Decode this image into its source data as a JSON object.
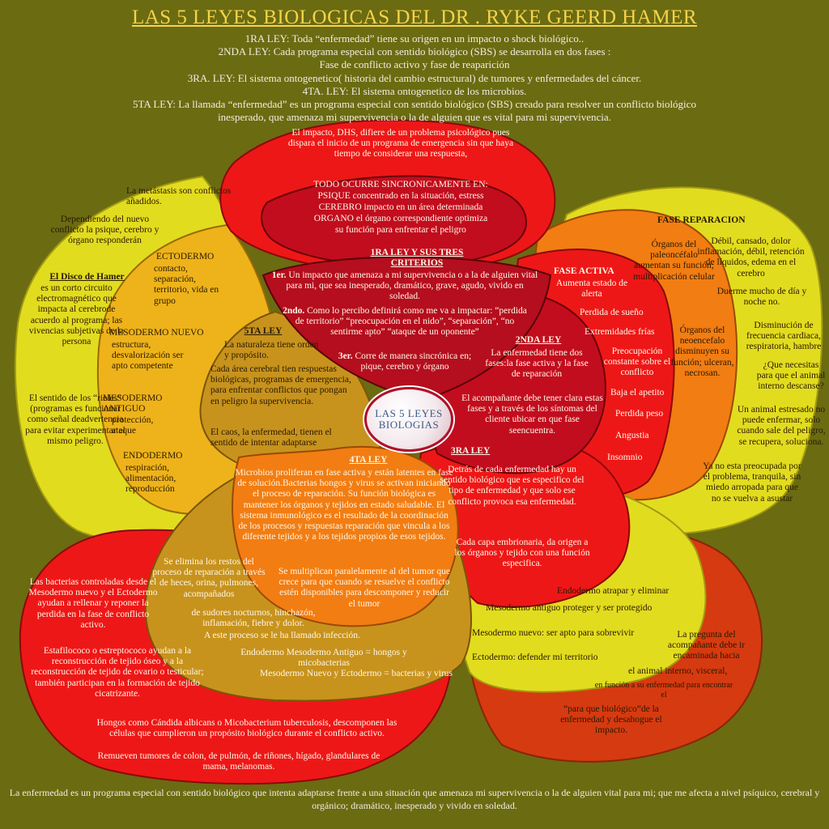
{
  "title": "LAS 5 LEYES BIOLOGICAS DEL DR .  RYKE GEERD HAMER",
  "laws": [
    "1RA LEY:  Toda “enfermedad” tiene su origen en un impacto o shock biológico..",
    "2NDA LEY: Cada programa especial con sentido biológico (SBS) se desarrolla en dos fases :",
    "Fase de conflicto activo y  fase de reaparición",
    "3RA. LEY: El sistema ontogenetico( historia del cambio estructural) de tumores y enfermedades del cáncer.",
    "4TA. LEY: El sistema ontogenetico de los microbios.",
    "5TA LEY:  La llamada “enfermedad” es un programa especial con sentido biológico (SBS) creado para resolver un conflicto biológico",
    "inesperado,  que amenaza mi supervivencia o la de alguien que es vital para mi supervivencia."
  ],
  "top_petal": {
    "impacto": "El impacto, DHS, difiere de un problema psicológico pues dispara el inicio de un programa de emergencia sin que haya tiempo de considerar una respuesta,",
    "todo_title": "TODO OCURRE SINCRONICAMENTE EN:",
    "psique_k": "PSIQUE",
    "psique_v": " concentrado en la situación, estress",
    "cerebro_k": "CEREBRO",
    "cerebro_v": " impacto en un área determinada",
    "organo_k": "ORGANO",
    "organo_v": " el órgano correspondiente optimiza",
    "organo_v2": "su función para enfrentar el peligro"
  },
  "ley1": {
    "title": "1RA LEY Y SUS TRES CRITERIOS",
    "c1_k": "1er.",
    "c1_v": " Un impacto que  amenaza a mi supervivencia o a la de alguien vital para mi, que sea inesperado, dramático, grave, agudo, vivido en soledad.",
    "c2_k": "2ndo.",
    "c2_v": " Como lo percibo definirá como me va a impactar:  “perdida de territorio” “preocupación en el nido”, “separación”, “no sentirme apto” “ataque de un oponente”",
    "c3_k": "3er.",
    "c3_v": " Corre de manera sincrónica en;  pique, cerebro y órgano"
  },
  "ley5": {
    "title": "5TA LEY",
    "p1": "La naturaleza tiene orden y propósito.",
    "p2": "Cada área cerebral tien respuestas biológicas, programas de emergencia, para enfrentar conflictos que pongan en peligro la supervivencia.",
    "p3": "El caos, la enfermedad, tienen el sentido de intentar adaptarse"
  },
  "ley2": {
    "title": "2NDA LEY",
    "p1": "La enfermedad tiene dos fases:la fase activa y la fase de reparación",
    "p2": "El acompañante debe tener clara estas fases y a través de los síntomas del cliente ubicar en que fase seencuentra."
  },
  "ley3": {
    "title": "3RA LEY",
    "p1": "Detrás de cada enfermedad hay un sentido biológico que es especifico del tipo de enfermedad y que solo ese conflicto provoca esa enfermedad.",
    "p2": "Cada capa embrionaria, da origen a los órganos y tejido con una función especifica."
  },
  "ley4": {
    "title": "4TA LEY",
    "p1": "Microbios proliferan en fase activa y están latentes en fase de solución.Bacterias hongos y virus se activan iniciando el proceso de reparación.  Su función biológica es mantener los órganos y tejidos en estado saludable.  El sistema inmunológico es el resultado de la coordinación de los procesos y respuestas reparación que vincula a los diferente tejidos y a los tejidos propios de esos tejidos.",
    "p2": "Se multiplican paralelamente al del tumor que crece para que cuando se resuelve el conflicto estén disponibles para descomponer y reducir el tumor",
    "left": "Se elimina los restos del proceso de reparación a través de heces, orina, pulmones, acompañados",
    "sudores": "de sudores nocturnos, hinchazón, inflamación, fiebre y dolor.",
    "infeccion": "A este proceso se le ha llamado infección.",
    "endo1": "Endodermo Mesodermo Antiguo =  hongos y micobacterias",
    "endo2": "Mesodermo Nuevo y Ectodermo = bacterias y virus"
  },
  "left_petal": {
    "metastasis": "La metástasis son conflictos añadidos.",
    "dependiendo": "Dependiendo del nuevo conflicto la psique,  cerebro y órgano  responderán",
    "disco_title": "El Disco de Hamer",
    "disco_text": "es un corto circuito electromagnético que impacta al cerebrode acuerdo al programa; las vivencias subjetivas de la persona",
    "rieles": "El sentido de los “rieles” (programas es funcionar como señal deadvertencia para evitar experimentar el mismo peligro."
  },
  "layers": {
    "ecto_title": "ECTODERMO",
    "ecto_text": "contacto, separación, territorio, vida en grupo",
    "meso_n_title": "MESODERMO NUEVO",
    "meso_n_text": "estructura, desvalorización ser apto competente",
    "meso_a_title": "MESODERMO ANTIGUO",
    "meso_a_text": "protección, ataque",
    "endo_title": "ENDODERMO",
    "endo_text": "respiración, alimentación, reproducción"
  },
  "fase_activa": {
    "title": "FASE ACTIVA",
    "items": [
      "Aumenta estado de alerta",
      "Perdida de sueño",
      "Extremidades frías",
      "Preocupación constante sobre el conflicto",
      "Baja el apetito",
      "Perdida peso",
      "Angustia",
      "Insomnio"
    ]
  },
  "organos": {
    "paleo": "Órganos del paleoncéfalo aumentan su función; multiplicación celular",
    "neo": "Órganos del neoencefalo disminuyen su función; ulceran, necrosan."
  },
  "fase_reparacion": {
    "title": "FASE REPARACION",
    "p1": "Débil, cansado, dolor inflamación, débil, retención de líquidos, edema en el cerebro",
    "p2": "Duerme mucho de día y noche no.",
    "p3": "Disminución de frecuencia cardiaca, respiratoria, hambre",
    "p4": "¿Que necesitas para que el animal interno descanse?",
    "p5": "Un animal estresado no puede enfermar, solo cuando sale del peligro,  se recupera, soluciona.",
    "p6": "Ya no esta preocupada por el problema, tranquila, sin miedo arropada para que no se vuelva a asustar"
  },
  "capas_sentido": [
    "Endodermo atrapar y eliminar",
    "Mesodermo antiguo proteger y ser protegido",
    "Mesodermo nuevo:  ser apto para sobrevivir",
    "Ectodermo: defender mi territorio"
  ],
  "acompanante": {
    "p1": "La pregunta del acompañante debe ir  encaminada  hacia",
    "p2": "el animal interno, visceral,",
    "p3": "en  función a su enfermedad para encontrar el",
    "p4": "“para que biológico”de la enfermedad y desahogue el impacto."
  },
  "bottom_left": {
    "p1": "Las bacterias controladas desde el Mesodermo nuevo y el Ectodermo ayudan a rellenar y reponer la perdida en la fase de conflicto activo.",
    "p2": "Estafilococo o estreptococo ayudan a la reconstrucción de tejido óseo y a la reconstrucción de tejido de ovario o testicular;   también participan en la formación de tejido  cicatrizante.",
    "p3": "Hongos como Cándida albicans o Micobacterium tuberculosis, descomponen las células que cumplieron un propósito biológico durante el conflicto activo.",
    "p4": "Remueven tumores de colon, de pulmón, de riñones, hígado, glandulares de mama, melanomas."
  },
  "center_label": "LAS 5 LEYES BIOLOGIAS",
  "footer": "La enfermedad es un programa especial con sentido biológico que intenta adaptarse frente a una situación que amenaza  mi supervivencia o la de alguien vital para mi; que me afecta a nivel psíquico, cerebral y orgánico;   dramático, inesperado y vivido en soledad.",
  "colors": {
    "background": "#6b6b12",
    "yellow": "#e2dc1f",
    "gold": "#eeb31a",
    "orange": "#f27d12",
    "red": "#ee1717",
    "dark_red": "#c20d1e",
    "bronze": "#c7931d",
    "title": "#f6d34a"
  }
}
